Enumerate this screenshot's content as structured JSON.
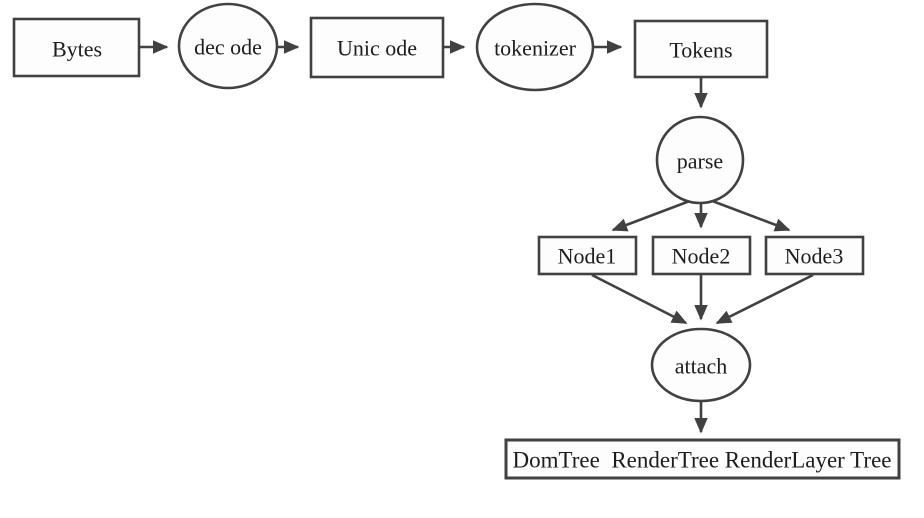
{
  "diagram": {
    "title": "browser-parsing-pipeline-flowchart",
    "colors": {
      "background": "#ffffff",
      "shape_fill": "#fdfdfd",
      "stroke": "#414141",
      "text": "#1c1c1c"
    },
    "nodes": {
      "bytes": {
        "label": "Bytes",
        "shape": "rect"
      },
      "decode": {
        "label": "dec ode",
        "shape": "ellipse"
      },
      "unicode": {
        "label": "Unic ode",
        "shape": "rect"
      },
      "tokenizer": {
        "label": "tokenizer",
        "shape": "ellipse"
      },
      "tokens": {
        "label": "Tokens",
        "shape": "rect"
      },
      "parse": {
        "label": "parse",
        "shape": "ellipse"
      },
      "node1": {
        "label": "Node1",
        "shape": "rect"
      },
      "node2": {
        "label": "Node2",
        "shape": "rect"
      },
      "node3": {
        "label": "Node3",
        "shape": "rect"
      },
      "attach": {
        "label": "attach",
        "shape": "ellipse"
      },
      "output": {
        "label": "DomTree  RenderTree RenderLayer Tree",
        "shape": "rect"
      }
    },
    "edges": [
      {
        "from": "bytes",
        "to": "decode"
      },
      {
        "from": "decode",
        "to": "unicode"
      },
      {
        "from": "unicode",
        "to": "tokenizer"
      },
      {
        "from": "tokenizer",
        "to": "tokens"
      },
      {
        "from": "tokens",
        "to": "parse"
      },
      {
        "from": "parse",
        "to": "node1"
      },
      {
        "from": "parse",
        "to": "node2"
      },
      {
        "from": "parse",
        "to": "node3"
      },
      {
        "from": "node1",
        "to": "attach"
      },
      {
        "from": "node2",
        "to": "attach"
      },
      {
        "from": "node3",
        "to": "attach"
      },
      {
        "from": "attach",
        "to": "output"
      }
    ]
  }
}
